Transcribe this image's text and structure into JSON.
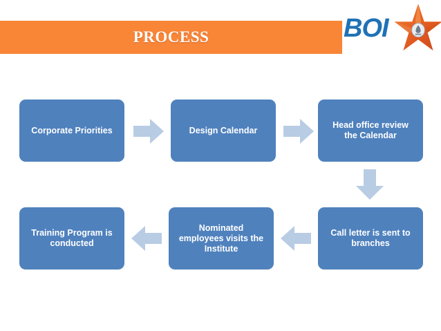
{
  "slide": {
    "title": "PROCESS",
    "title_bar_color": "#F98537",
    "box_color": "#4F81BD",
    "arrow_color": "#B8CCE4",
    "background": "#FFFFFF"
  },
  "logo": {
    "wordmark": "BOI",
    "wordmark_color": "#1F72B6",
    "star_icon": "star-icon",
    "star_color": "#E8622A"
  },
  "flow": {
    "steps": [
      {
        "id": "corporate-priorities",
        "label": "Corporate Priorities"
      },
      {
        "id": "design-calendar",
        "label": "Design  Calendar"
      },
      {
        "id": "head-office-review",
        "label": "Head office review\nthe Calendar"
      },
      {
        "id": "call-letter",
        "label": "Call letter is sent to\nbranches"
      },
      {
        "id": "nominated-employees",
        "label": "Nominated\nemployees visits the\nInstitute"
      },
      {
        "id": "training-program",
        "label": "Training Program is\nconducted"
      }
    ],
    "connectors": [
      {
        "id": "arrow-1",
        "direction": "right",
        "icon": "arrow-right-icon"
      },
      {
        "id": "arrow-2",
        "direction": "right",
        "icon": "arrow-right-icon"
      },
      {
        "id": "arrow-down",
        "direction": "down",
        "icon": "arrow-down-icon"
      },
      {
        "id": "arrow-3",
        "direction": "left",
        "icon": "arrow-left-icon"
      },
      {
        "id": "arrow-4",
        "direction": "left",
        "icon": "arrow-left-icon"
      }
    ]
  }
}
